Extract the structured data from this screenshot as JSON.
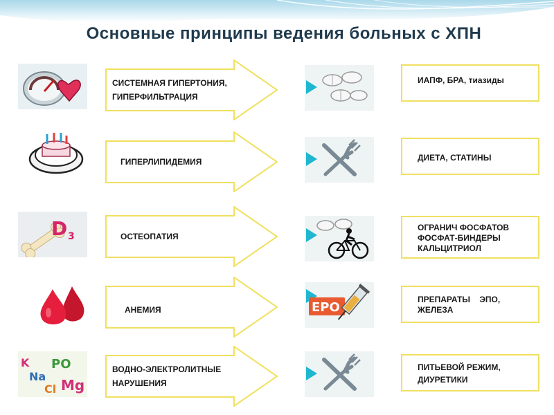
{
  "slide": {
    "title": "Основные принципы ведения больных с ХПН"
  },
  "rows": [
    {
      "problem": [
        "СИСТЕМНАЯ ГИПЕРТОНИЯ,",
        "ГИПЕРФИЛЬТРАЦИЯ"
      ],
      "left_icon": "gauge-heart-icon",
      "right_icon": "pills-icon",
      "treatment": [
        "ИАПФ, БРА, тиазиды"
      ]
    },
    {
      "problem": [
        "ГИПЕРЛИПИДЕМИЯ"
      ],
      "left_icon": "cake-icon",
      "right_icon": "fork-knife-icon",
      "treatment": [
        "ДИЕТА, СТАТИНЫ"
      ]
    },
    {
      "problem": [
        "ОСТЕОПАТИЯ"
      ],
      "left_icon": "bone-d3-icon",
      "right_icon": "pills-bicycle-icon",
      "treatment": [
        "ОГРАНИЧ ФОСФАТОВ",
        "ФОСФАТ-БИНДЕРЫ",
        "КАЛЬЦИТРИОЛ"
      ]
    },
    {
      "problem": [
        "АНЕМИЯ"
      ],
      "left_icon": "blood-drops-icon",
      "right_icon": "epo-syringe-icon",
      "treatment": [
        "ПРЕПАРАТЫ    ЭПО,",
        "ЖЕЛЕЗА"
      ]
    },
    {
      "problem": [
        "ВОДНО-ЭЛЕКТРОЛИТНЫЕ",
        "НАРУШЕНИЯ"
      ],
      "left_icon": "electrolytes-icon",
      "right_icon": "fork-knife-icon",
      "treatment": [
        "ПИТЬЕВОЙ РЕЖИМ,",
        "ДИУРЕТИКИ"
      ]
    }
  ],
  "electrolyte_icon_text": [
    "K",
    "Na",
    "PO",
    "Cl",
    "Mg"
  ],
  "epo_icon_text": "EPO",
  "d3_icon_text": "D",
  "colors": {
    "title": "#1f3a4d",
    "arrow_border": "#f0e060",
    "box_border": "#f0e060",
    "wave": "#bfe3f0"
  }
}
